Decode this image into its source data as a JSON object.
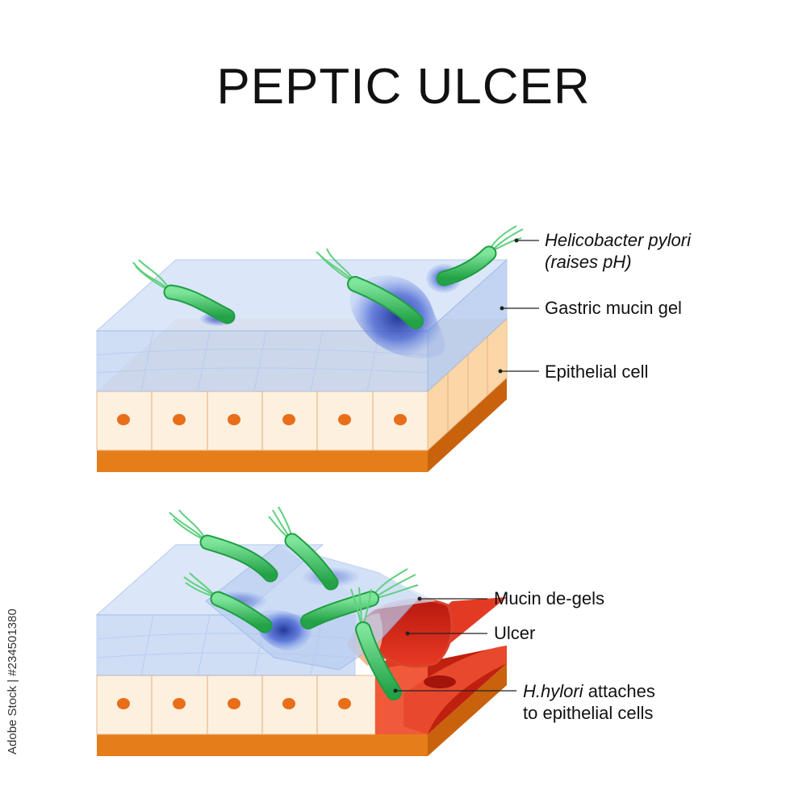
{
  "title": "PEPTIC ULCER",
  "labels": {
    "h_pylori": "Helicobacter pylori",
    "raises_ph": "(raises pH)",
    "mucin_gel": "Gastric mucin gel",
    "epithelial": "Epithelial cell",
    "de_gels": "Mucin de-gels",
    "ulcer": "Ulcer",
    "attach_italic": "H.hylori",
    "attach_rest": " attaches",
    "attach_line2": "to epithelial cells"
  },
  "watermark": "Adobe Stock | #234501380",
  "colors": {
    "mucin": "#a9c4ee",
    "cell_face": "#fdf0de",
    "cell_side": "#fbd6a6",
    "base": "#e57d19",
    "nucleus": "#e86e1a",
    "bacterium": "#36c25c",
    "flagella": "#5fd07e",
    "stain": "#2c4bbf",
    "ulcer": "#e1301e"
  }
}
